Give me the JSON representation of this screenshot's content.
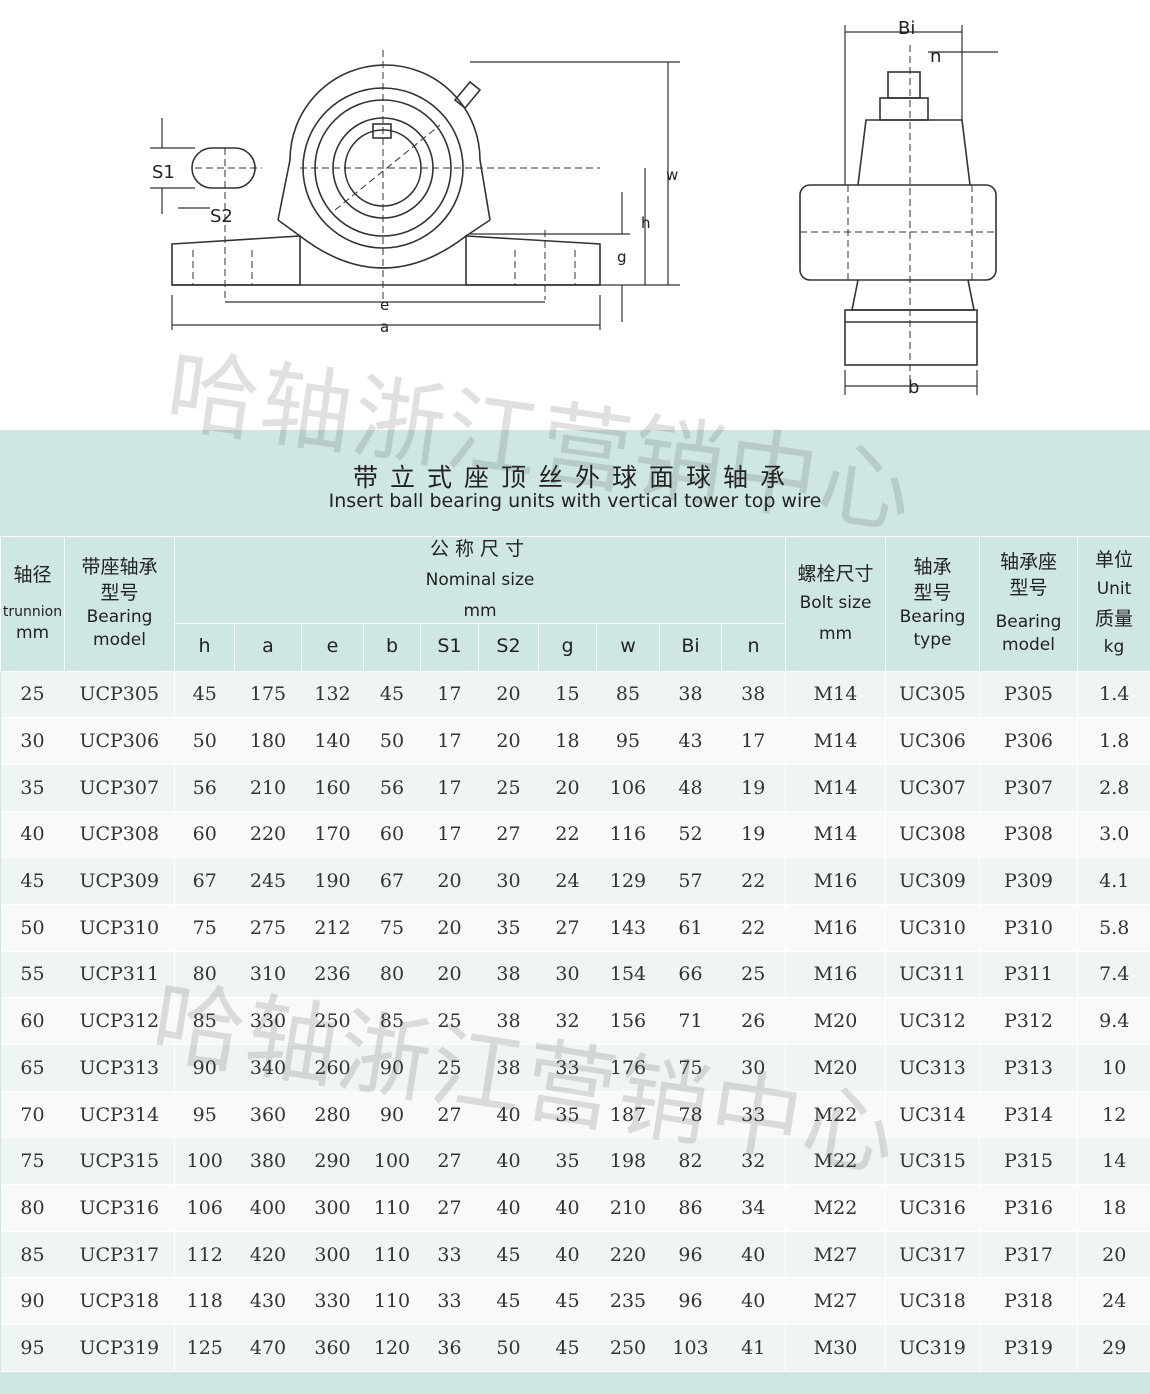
{
  "drawing": {
    "front_labels": {
      "s1": "S1",
      "s2": "S2",
      "e": "e",
      "a": "a",
      "w": "w",
      "h": "h",
      "g": "g"
    },
    "side_labels": {
      "bi": "Bi",
      "n": "n",
      "b": "b"
    }
  },
  "title": {
    "zh": "带立式座顶丝外球面球轴承",
    "en": "Insert ball bearing units with vertical tower top wire"
  },
  "headers": {
    "trunnion": {
      "zh": "轴径",
      "en": "trunnion",
      "unit": "mm"
    },
    "model": {
      "zh1": "带座轴承",
      "zh2": "型号",
      "en1": "Bearing",
      "en2": "model"
    },
    "nominal": {
      "zh": "公称尺寸",
      "en": "Nominal size",
      "unit": "mm"
    },
    "dims": [
      "h",
      "a",
      "e",
      "b",
      "S1",
      "S2",
      "g",
      "w",
      "Bi",
      "n"
    ],
    "bolt": {
      "zh": "螺栓尺寸",
      "en": "Bolt size",
      "unit": "mm"
    },
    "bearing_type": {
      "zh1": "轴承",
      "zh2": "型号",
      "en1": "Bearing",
      "en2": "type"
    },
    "housing": {
      "zh1": "轴承座",
      "zh2": "型号",
      "en1": "Bearing",
      "en2": "model"
    },
    "unit_col": {
      "zh1": "单位",
      "en1": "Unit",
      "zh2": "质量",
      "en2": "kg"
    }
  },
  "rows": [
    [
      "25",
      "UCP305",
      "45",
      "175",
      "132",
      "45",
      "17",
      "20",
      "15",
      "85",
      "38",
      "38",
      "M14",
      "UC305",
      "P305",
      "1.4"
    ],
    [
      "30",
      "UCP306",
      "50",
      "180",
      "140",
      "50",
      "17",
      "20",
      "18",
      "95",
      "43",
      "17",
      "M14",
      "UC306",
      "P306",
      "1.8"
    ],
    [
      "35",
      "UCP307",
      "56",
      "210",
      "160",
      "56",
      "17",
      "25",
      "20",
      "106",
      "48",
      "19",
      "M14",
      "UC307",
      "P307",
      "2.8"
    ],
    [
      "40",
      "UCP308",
      "60",
      "220",
      "170",
      "60",
      "17",
      "27",
      "22",
      "116",
      "52",
      "19",
      "M14",
      "UC308",
      "P308",
      "3.0"
    ],
    [
      "45",
      "UCP309",
      "67",
      "245",
      "190",
      "67",
      "20",
      "30",
      "24",
      "129",
      "57",
      "22",
      "M16",
      "UC309",
      "P309",
      "4.1"
    ],
    [
      "50",
      "UCP310",
      "75",
      "275",
      "212",
      "75",
      "20",
      "35",
      "27",
      "143",
      "61",
      "22",
      "M16",
      "UC310",
      "P310",
      "5.8"
    ],
    [
      "55",
      "UCP311",
      "80",
      "310",
      "236",
      "80",
      "20",
      "38",
      "30",
      "154",
      "66",
      "25",
      "M16",
      "UC311",
      "P311",
      "7.4"
    ],
    [
      "60",
      "UCP312",
      "85",
      "330",
      "250",
      "85",
      "25",
      "38",
      "32",
      "156",
      "71",
      "26",
      "M20",
      "UC312",
      "P312",
      "9.4"
    ],
    [
      "65",
      "UCP313",
      "90",
      "340",
      "260",
      "90",
      "25",
      "38",
      "33",
      "176",
      "75",
      "30",
      "M20",
      "UC313",
      "P313",
      "10"
    ],
    [
      "70",
      "UCP314",
      "95",
      "360",
      "280",
      "90",
      "27",
      "40",
      "35",
      "187",
      "78",
      "33",
      "M22",
      "UC314",
      "P314",
      "12"
    ],
    [
      "75",
      "UCP315",
      "100",
      "380",
      "290",
      "100",
      "27",
      "40",
      "35",
      "198",
      "82",
      "32",
      "M22",
      "UC315",
      "P315",
      "14"
    ],
    [
      "80",
      "UCP316",
      "106",
      "400",
      "300",
      "110",
      "27",
      "40",
      "40",
      "210",
      "86",
      "34",
      "M22",
      "UC316",
      "P316",
      "18"
    ],
    [
      "85",
      "UCP317",
      "112",
      "420",
      "300",
      "110",
      "33",
      "45",
      "40",
      "220",
      "96",
      "40",
      "M27",
      "UC317",
      "P317",
      "20"
    ],
    [
      "90",
      "UCP318",
      "118",
      "430",
      "330",
      "110",
      "33",
      "45",
      "45",
      "235",
      "96",
      "40",
      "M27",
      "UC318",
      "P318",
      "24"
    ],
    [
      "95",
      "UCP319",
      "125",
      "470",
      "360",
      "120",
      "36",
      "50",
      "45",
      "250",
      "103",
      "41",
      "M30",
      "UC319",
      "P319",
      "29"
    ]
  ],
  "watermarks": [
    "哈轴浙江营销中心",
    "哈轴浙江营销中心"
  ]
}
